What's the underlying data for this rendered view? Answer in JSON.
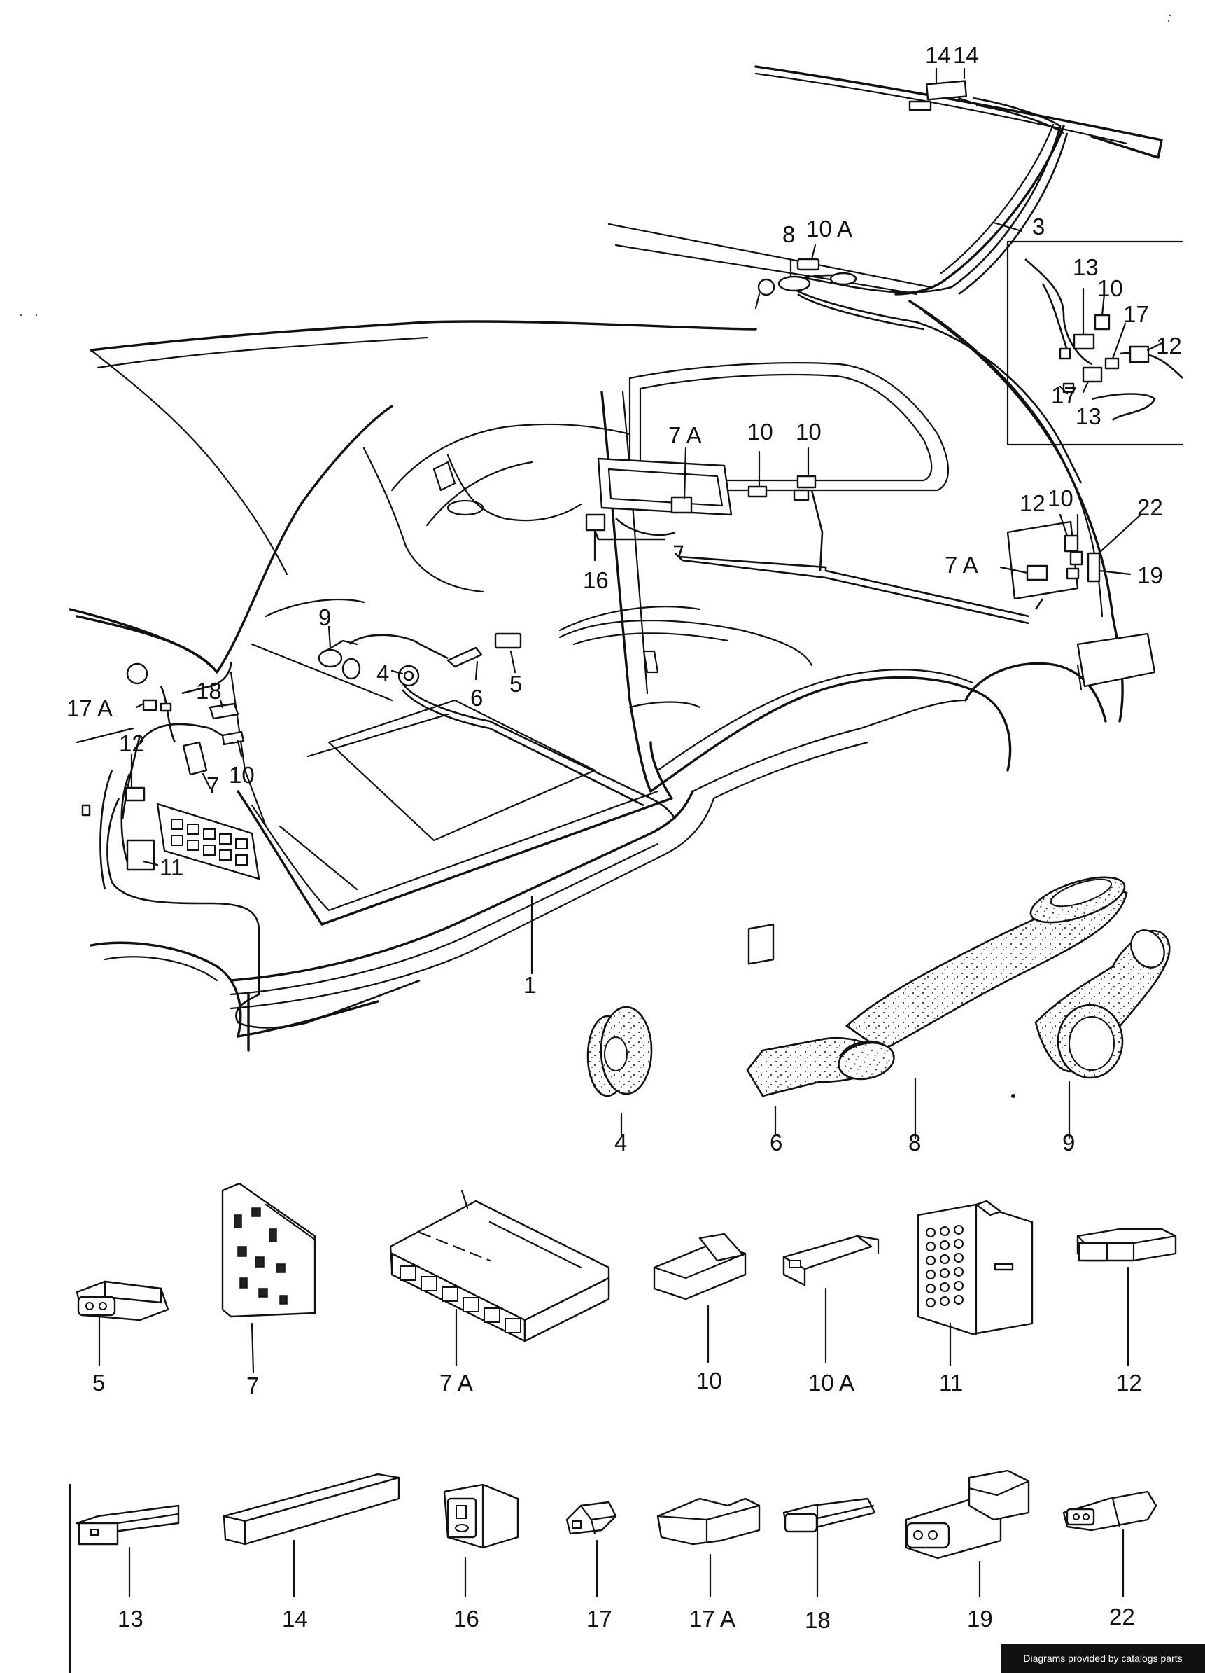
{
  "labels": {
    "l14a": "14",
    "l14b": "14",
    "l3": "3",
    "l8top": "8",
    "l10a_top": "10 A",
    "ins13a": "13",
    "ins10": "10",
    "ins17a": "17",
    "ins12": "12",
    "ins17b": "17",
    "ins13b": "13",
    "l7a_mid": "7 A",
    "l10_mid1": "10",
    "l10_mid2": "10",
    "l16_mid": "16",
    "l12_right": "12",
    "l10_right": "10",
    "l22_right": "22",
    "l7a_right": "7 A",
    "l19_right": "19",
    "l9_mid": "9",
    "l4_mid": "4",
    "l6_mid": "6",
    "l5_mid": "5",
    "l18_left": "18",
    "l17a_left": "17 A",
    "l12_left": "12",
    "l7_left": "7",
    "l10_left": "10",
    "l11_left": "11",
    "l1": "1",
    "p4": "4",
    "p6": "6",
    "p8": "8",
    "p9": "9",
    "p5": "5",
    "p7": "7",
    "p7a": "7 A",
    "p10": "10",
    "p10a": "10 A",
    "p11": "11",
    "p12": "12",
    "p13": "13",
    "p14": "14",
    "p16": "16",
    "p17": "17",
    "p17a": "17 A",
    "p18": "18",
    "p19": "19",
    "p22": "22"
  },
  "credit": "Diagrams provided by catalogs parts"
}
